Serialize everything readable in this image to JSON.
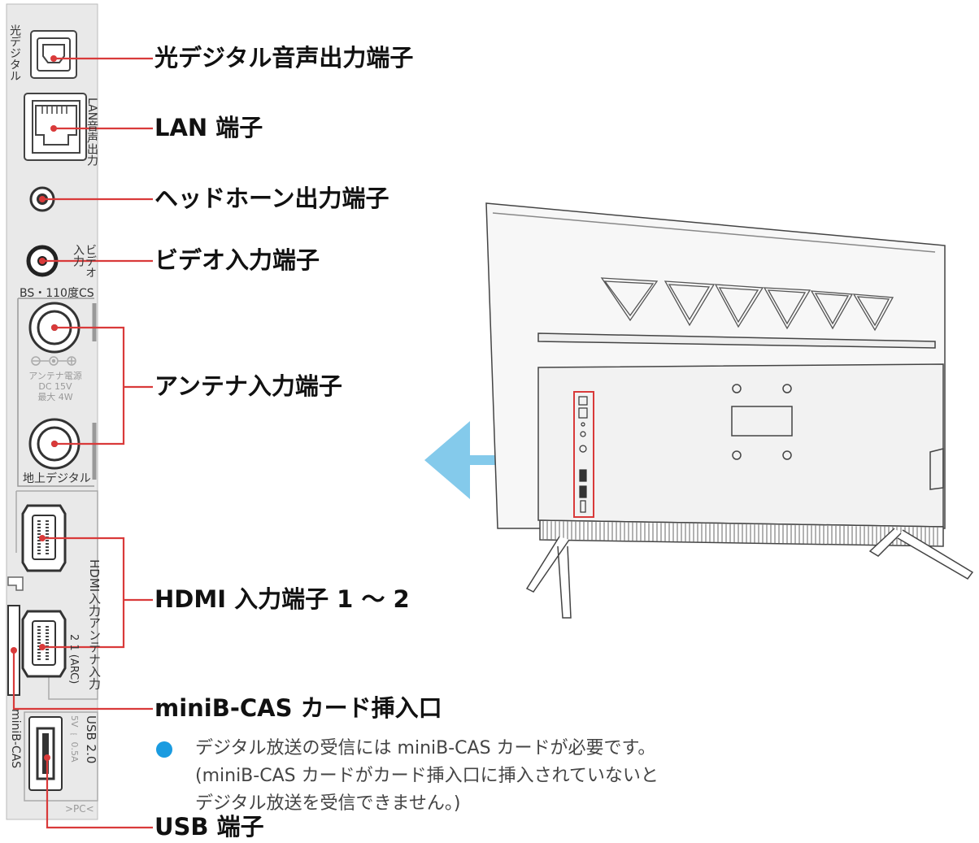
{
  "colors": {
    "leader": "#d93a3a",
    "arrow": "#6ec1e8",
    "bullet": "#1a9be0",
    "panel": "#e9e9e9",
    "outline": "#555555"
  },
  "callouts": {
    "optical": "光デジタル音声出力端子",
    "lan": "LAN 端子",
    "headphone": "ヘッドホーン出力端子",
    "video": "ビデオ入力端子",
    "antenna": "アンテナ入力端子",
    "hdmi": "HDMI 入力端子 1 ～ 2",
    "minibcas": "miniB-CAS カード挿入口",
    "usb": "USB 端子"
  },
  "note": {
    "icon": "bullet-circle",
    "text": "デジタル放送の受信には miniB-CAS カードが必要です。(miniB-CAS カードがカード挿入口に挿入されていないとデジタル放送を受信できません。)"
  },
  "panel_labels": {
    "optical": "光デジタル",
    "lan_audio": "LAN音声出力",
    "video": "ビデオ入力",
    "bs_cs": "BS・110度CS",
    "antenna_power": "アンテナ電源\nDC 15V\n最大 4W",
    "terrestrial": "地上デジタル",
    "hdmi": "HDMI入力アンテナ入力",
    "arc": "2 1 (ARC)",
    "minibcas": "miniB-CAS",
    "usb": "USB 2.0",
    "usb_power": "5V ⎓ 0.5A",
    "pc": ">PC<"
  }
}
